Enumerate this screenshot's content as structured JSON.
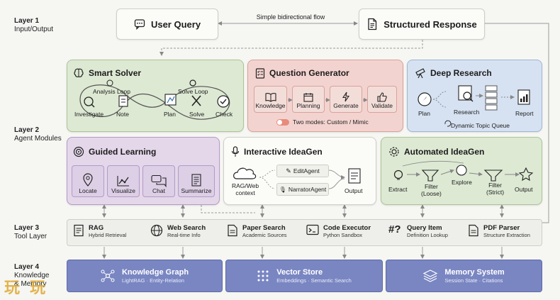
{
  "layers": [
    {
      "title": "Layer 1",
      "subtitle": "Input/Output"
    },
    {
      "title": "Layer 2",
      "subtitle": "Agent Modules"
    },
    {
      "title": "Layer 3",
      "subtitle": "Tool Layer"
    },
    {
      "title": "Layer 4",
      "subtitle": "Knowledge",
      "subtitle2": "& Memory"
    }
  ],
  "io": {
    "user_query": "User Query",
    "structured_response": "Structured Response",
    "flow_label": "Simple bidirectional flow"
  },
  "smart_solver": {
    "title": "Smart Solver",
    "analysis_loop": "Analysis Loop",
    "solve_loop": "Solve Loop",
    "nodes": [
      "Investigate",
      "Note",
      "Plan",
      "Solve",
      "Check"
    ]
  },
  "question_generator": {
    "title": "Question Generator",
    "steps": [
      "Knowledge",
      "Planning",
      "Generate",
      "Validate"
    ],
    "modes": "Two modes: Custom / Mimic"
  },
  "deep_research": {
    "title": "Deep Research",
    "nodes": [
      "Plan",
      "Research",
      "Report"
    ],
    "queue": "Dynamic Topic Queue"
  },
  "guided_learning": {
    "title": "Guided Learning",
    "steps": [
      "Locate",
      "Visualize",
      "Chat",
      "Summarize"
    ]
  },
  "interactive_ideagen": {
    "title": "Interactive IdeaGen",
    "context": "RAG/Web",
    "context2": "context",
    "agent1": "EditAgent",
    "agent2": "NarratorAgent",
    "output": "Output"
  },
  "automated_ideagen": {
    "title": "Automated IdeaGen",
    "extract": "Extract",
    "filter1": "Filter",
    "filter1_sub": "(Loose)",
    "explore": "Explore",
    "filter2": "Filter",
    "filter2_sub": "(Strict)",
    "output": "Output"
  },
  "tools": [
    {
      "title": "RAG",
      "sub": "Hybrid Retrieval"
    },
    {
      "title": "Web Search",
      "sub": "Real-time Info"
    },
    {
      "title": "Paper Search",
      "sub": "Academic Sources"
    },
    {
      "title": "Code Executor",
      "sub": "Python Sandbox"
    },
    {
      "title": "Query Item",
      "sub": "Definition Lookup"
    },
    {
      "title": "PDF Parser",
      "sub": "Structure Extraction"
    }
  ],
  "knowledge": [
    {
      "title": "Knowledge Graph",
      "sub": "LightRAG · Entity-Relation"
    },
    {
      "title": "Vector Store",
      "sub": "Embeddings · Semantic Search"
    },
    {
      "title": "Memory System",
      "sub": "Session State · Citations"
    }
  ],
  "watermark": "玩 玩",
  "colors": {
    "solver_bg": "#dde9d3",
    "qgen_bg": "#f3d3cf",
    "research_bg": "#d6e2f2",
    "guided_bg": "#e4d7ea",
    "interactive_bg": "#fbfbf8",
    "automated_bg": "#dde9d3",
    "knowledge": "#7a86c2"
  }
}
